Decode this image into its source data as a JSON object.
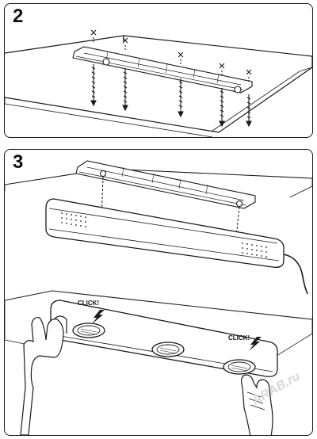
{
  "steps": [
    {
      "number": "2"
    },
    {
      "number": "3"
    }
  ],
  "labels": {
    "click_left": "CLICK!",
    "click_right": "CLICK!"
  },
  "watermark": "ARAB.ru",
  "colors": {
    "line": "#1a1a1a",
    "fill": "#ffffff",
    "shade": "#e6e6e6"
  }
}
